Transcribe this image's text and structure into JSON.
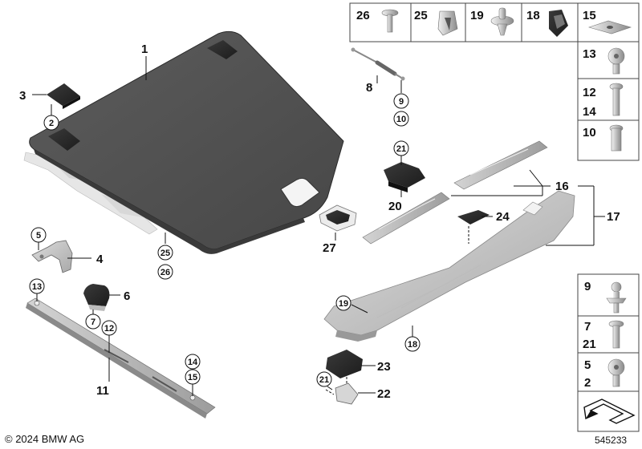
{
  "callouts": {
    "c1": "1",
    "c2": "2",
    "c3": "3",
    "c4": "4",
    "c5": "5",
    "c6": "6",
    "c7": "7",
    "c8": "8",
    "c9": "9",
    "c10": "10",
    "c11": "11",
    "c12": "12",
    "c13": "13",
    "c14": "14",
    "c15": "15",
    "c16": "16",
    "c17": "17",
    "c18": "18",
    "c19": "19",
    "c20": "20",
    "c21": "21",
    "c22": "22",
    "c23": "23",
    "c24": "24",
    "c25": "25",
    "c26": "26",
    "c27": "27"
  },
  "legend_top": [
    "26",
    "25",
    "19",
    "18",
    "15"
  ],
  "legend_right": [
    "13",
    "12",
    "14",
    "10"
  ],
  "legend_bottom": [
    "9",
    "7",
    "21",
    "5",
    "2"
  ],
  "footer": {
    "copyright": "© 2024 BMW AG",
    "reference": "545233"
  }
}
